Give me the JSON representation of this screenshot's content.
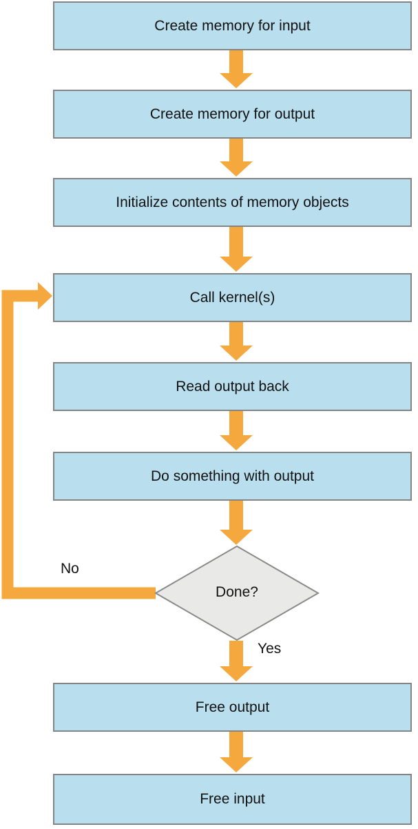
{
  "diagram": {
    "type": "flowchart",
    "background": "#ffffff",
    "nodes": [
      {
        "id": "create-memory-for-input",
        "shape": "process",
        "label": "Create memory for input"
      },
      {
        "id": "create-memory-for-output",
        "shape": "process",
        "label": "Create memory for output"
      },
      {
        "id": "initialize-memory-objects",
        "shape": "process",
        "label": "Initialize contents of memory objects"
      },
      {
        "id": "call-kernels",
        "shape": "process",
        "label": "Call kernel(s)"
      },
      {
        "id": "read-output-back",
        "shape": "process",
        "label": "Read output back"
      },
      {
        "id": "do-something-with-output",
        "shape": "process",
        "label": "Do something with output"
      },
      {
        "id": "done-decision",
        "shape": "decision",
        "label": "Done?"
      },
      {
        "id": "free-output",
        "shape": "process",
        "label": "Free output"
      },
      {
        "id": "free-input",
        "shape": "process",
        "label": "Free input"
      }
    ],
    "edges": [
      {
        "from": "create-memory-for-input",
        "to": "create-memory-for-output",
        "label": ""
      },
      {
        "from": "create-memory-for-output",
        "to": "initialize-memory-objects",
        "label": ""
      },
      {
        "from": "initialize-memory-objects",
        "to": "call-kernels",
        "label": ""
      },
      {
        "from": "call-kernels",
        "to": "read-output-back",
        "label": ""
      },
      {
        "from": "read-output-back",
        "to": "do-something-with-output",
        "label": ""
      },
      {
        "from": "do-something-with-output",
        "to": "done-decision",
        "label": ""
      },
      {
        "from": "done-decision",
        "to": "call-kernels",
        "label": "No"
      },
      {
        "from": "done-decision",
        "to": "free-output",
        "label": "Yes"
      },
      {
        "from": "free-output",
        "to": "free-input",
        "label": ""
      }
    ],
    "colors": {
      "process_fill": "#b9dfee",
      "process_border": "#848484",
      "decision_fill": "#e9eae7",
      "decision_border": "#8a8a8a",
      "arrow": "#f5a83d",
      "text": "#111111"
    }
  }
}
